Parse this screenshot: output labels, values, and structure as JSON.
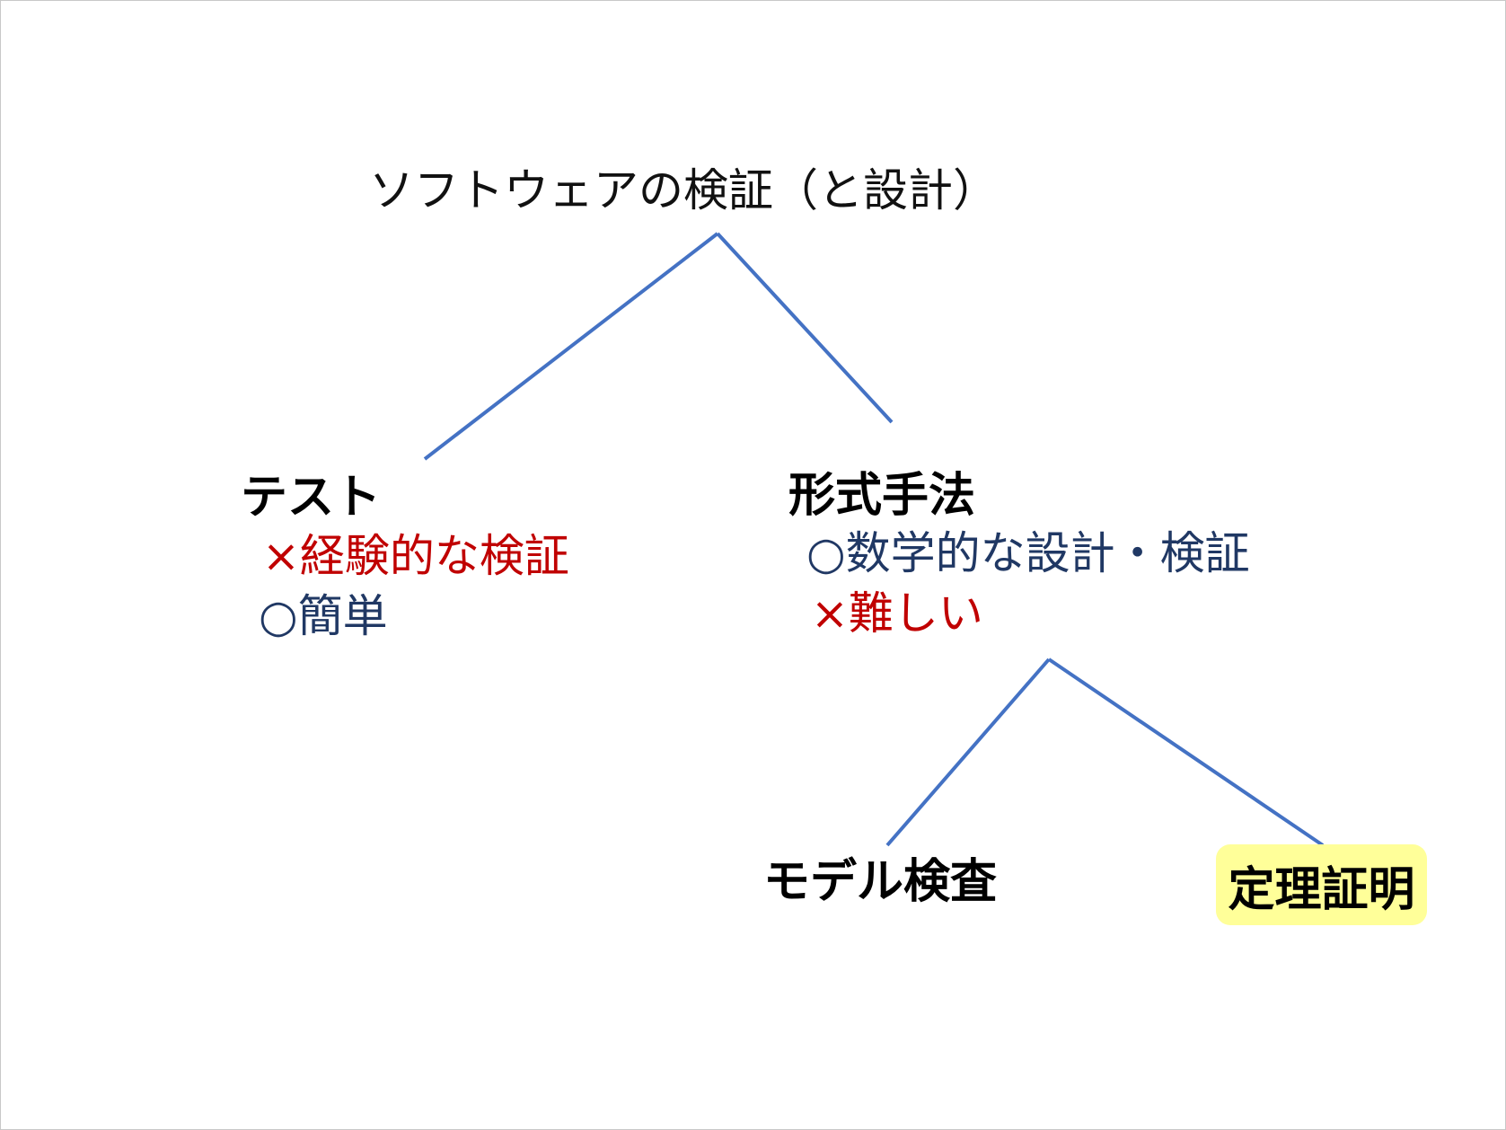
{
  "title": "ソフトウェアの検証（と設計）",
  "testing": {
    "heading": "テスト",
    "con": "×経験的な検証",
    "pro": "○簡単"
  },
  "formal": {
    "heading": "形式手法",
    "pro": "○数学的な設計・検証",
    "con": "×難しい"
  },
  "model_checking": "モデル検査",
  "theorem_proving": "定理証明",
  "colors": {
    "line": "#4472c4",
    "negative": "#c00000",
    "positive": "#203864",
    "highlight": "#ffff99"
  }
}
